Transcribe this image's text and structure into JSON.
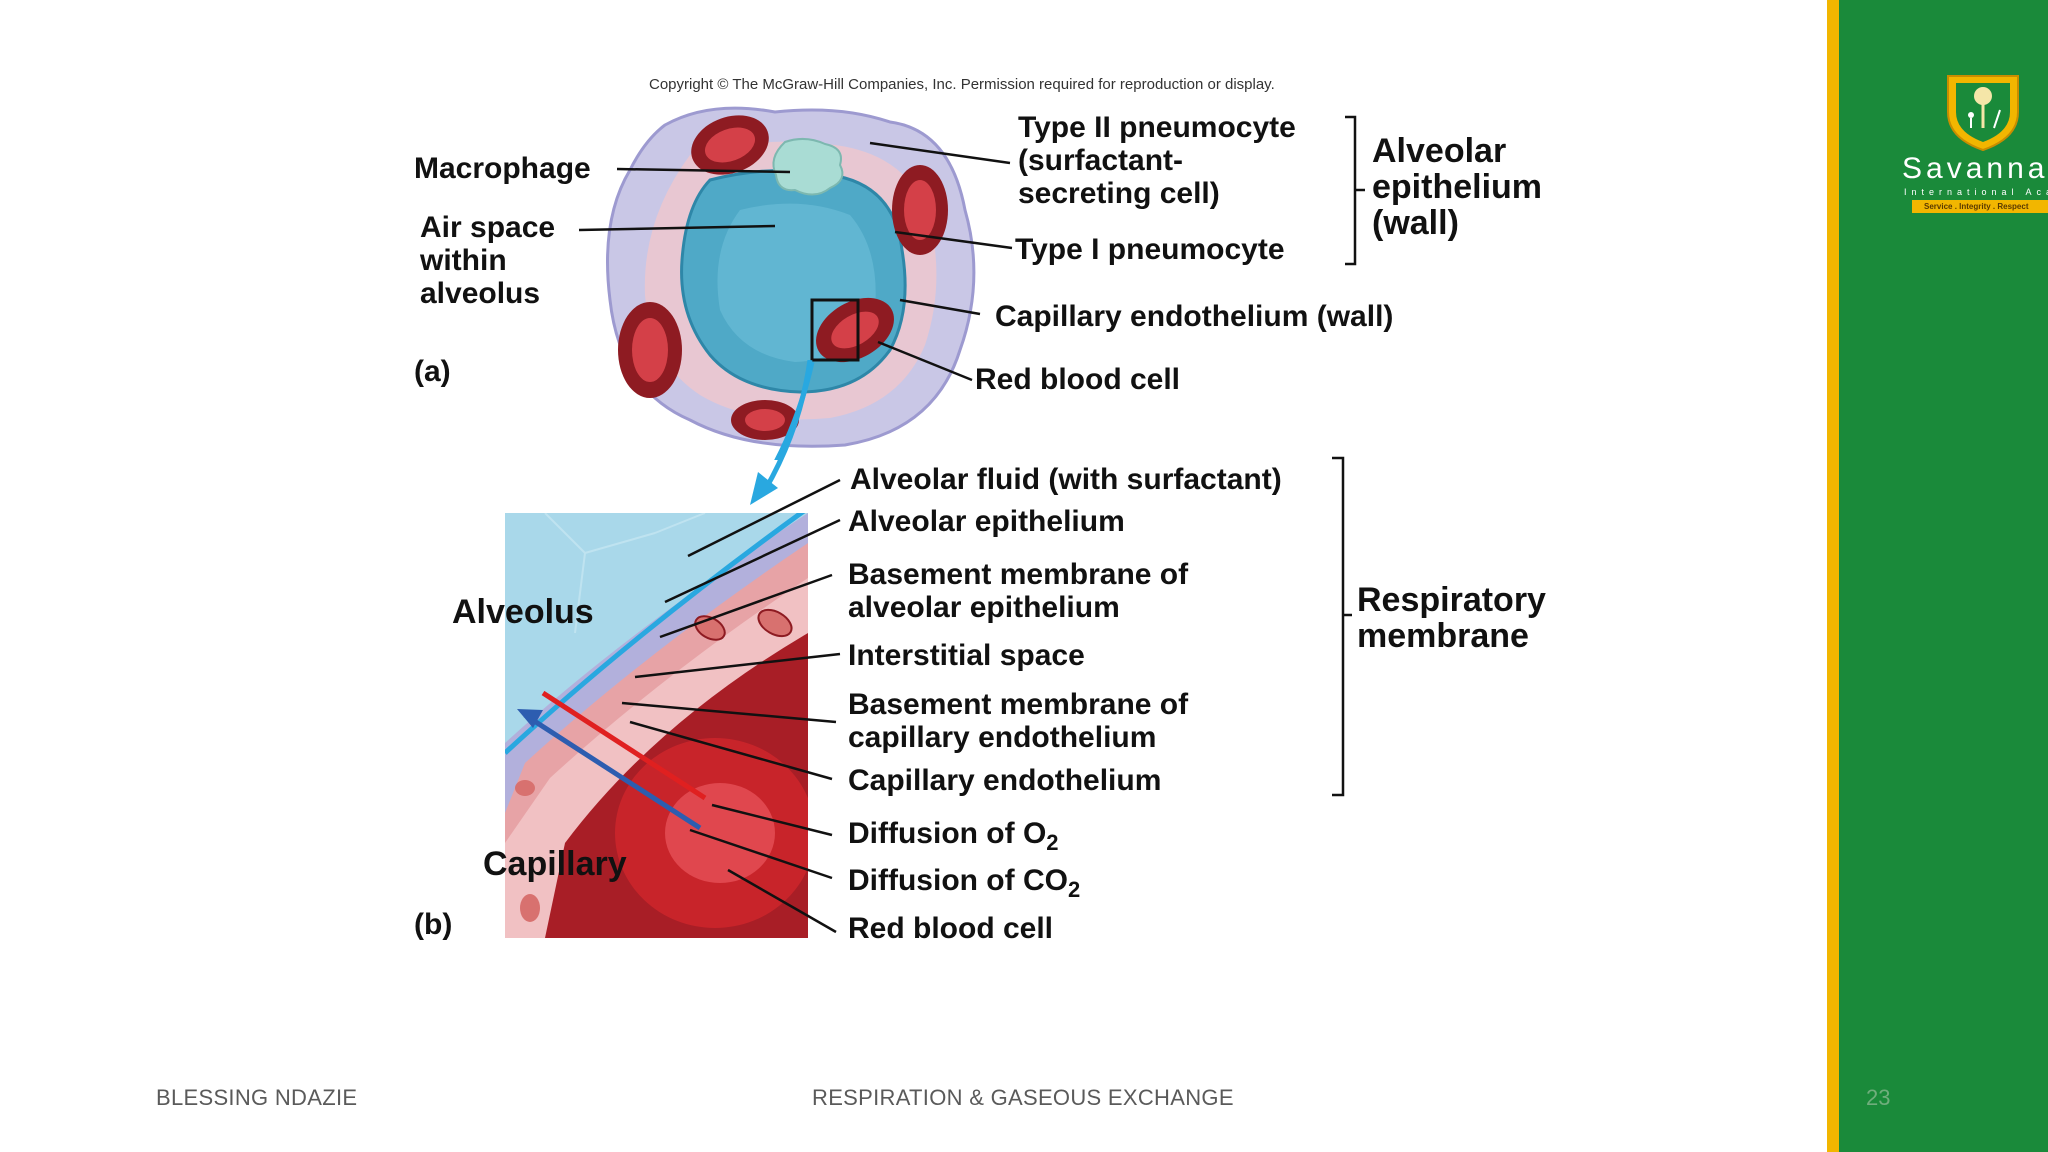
{
  "copyright": "Copyright © The McGraw-Hill Companies, Inc. Permission required for reproduction or display.",
  "panel_a": {
    "tag": "(a)",
    "labels": {
      "macrophage": "Macrophage",
      "air_space_1": "Air space",
      "air_space_2": "within",
      "air_space_3": "alveolus",
      "type2_1": "Type II pneumocyte",
      "type2_2": "(surfactant-",
      "type2_3": "secreting cell)",
      "type1": "Type I pneumocyte",
      "cap_endo_wall": "Capillary endothelium (wall)",
      "rbc": "Red blood cell",
      "alv_epi_1": "Alveolar",
      "alv_epi_2": "epithelium",
      "alv_epi_3": "(wall)"
    }
  },
  "panel_b": {
    "tag": "(b)",
    "alveolus": "Alveolus",
    "capillary": "Capillary",
    "labels": {
      "alv_fluid": "Alveolar fluid (with surfactant)",
      "alv_epi": "Alveolar epithelium",
      "bm_alv_1": "Basement membrane of",
      "bm_alv_2": "alveolar epithelium",
      "interstitial": "Interstitial space",
      "bm_cap_1": "Basement membrane of",
      "bm_cap_2": "capillary endothelium",
      "cap_endo": "Capillary endothelium",
      "diff_o2": "Diffusion of O",
      "diff_o2_sub": "2",
      "diff_co2": "Diffusion of CO",
      "diff_co2_sub": "2",
      "rbc": "Red blood cell",
      "resp_1": "Respiratory",
      "resp_2": "membrane"
    }
  },
  "footer": {
    "left": "BLESSING NDAZIE",
    "center": "RESPIRATION & GASEOUS EXCHANGE",
    "page_number": "23"
  },
  "brand": {
    "name": "Savanna",
    "subtitle": "International Academy",
    "motto": "Service . Integrity . Respect"
  },
  "colors": {
    "sidebar_green": "#1a8a3a",
    "sidebar_stripe": "#f2b600",
    "alveolus_blue": "#5bb8d2",
    "capillary_red": "#c8242a"
  }
}
